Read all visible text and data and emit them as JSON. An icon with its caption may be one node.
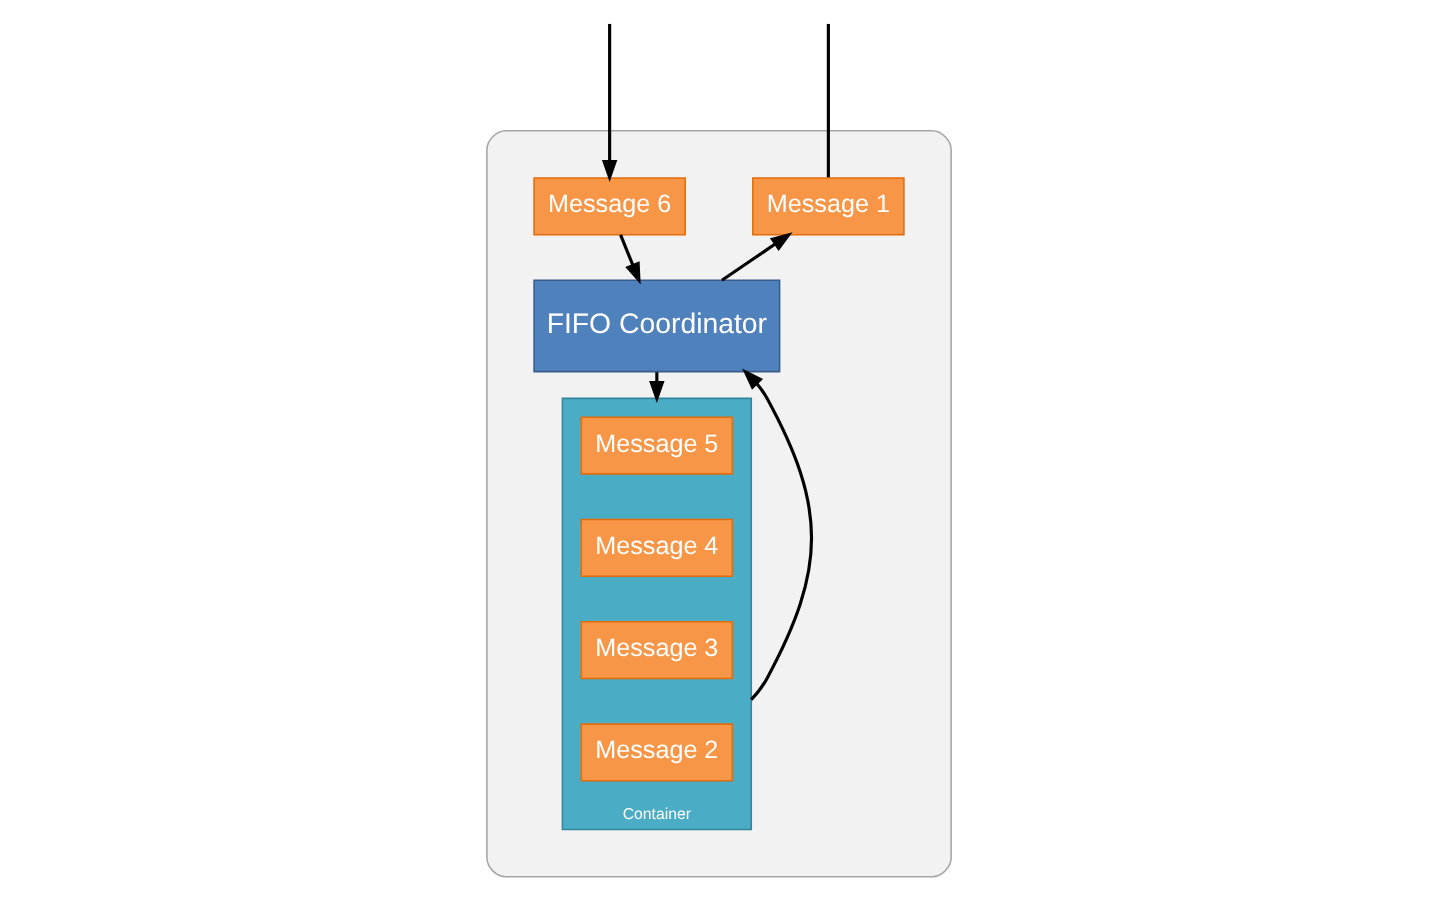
{
  "diagram": {
    "nodes": [
      {
        "text": [],
        "shape": "ellipse"
      },
      {
        "text": [
          "Message 6"
        ],
        "in": 0
      },
      {
        "text": [
          "Message 1"
        ],
        "in": 0
      },
      {
        "text": [
          "FIFO Coordinator"
        ],
        "in": 0
      },
      {
        "text": [
          "Container"
        ],
        "in": 0
      },
      {
        "text": [
          "Message 5"
        ],
        "in": 4
      },
      {
        "text": [
          "Message 4"
        ],
        "in": 4
      },
      {
        "text": [
          "Message 3"
        ],
        "in": 4
      },
      {
        "text": [
          "Message 2"
        ],
        "in": 4
      }
    ],
    "edges": [
      {
        "from": null,
        "to": 1,
        "arrow": "to"
      },
      {
        "from": 1,
        "to": 3,
        "arrow": "to"
      },
      {
        "from": 3,
        "to": 2,
        "arrow": "to"
      },
      {
        "from": 2,
        "to": null,
        "arrow": "none"
      },
      {
        "from": 3,
        "to": 4,
        "arrow": "to"
      },
      {
        "from": 4,
        "to": 3,
        "arrow": "to"
      }
    ]
  }
}
